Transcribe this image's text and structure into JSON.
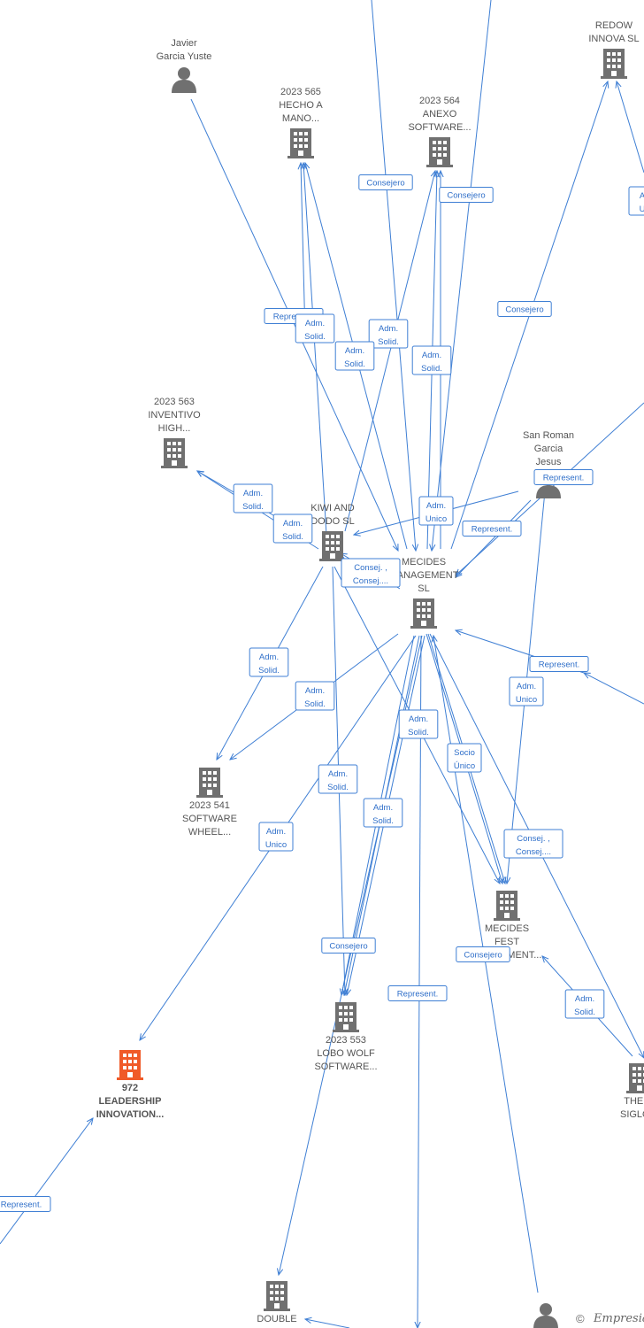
{
  "colors": {
    "edge": "#3f7fd4",
    "company": "#707070",
    "company_focus": "#f05a28",
    "person": "#707070",
    "label_text": "#555555",
    "rel_text": "#2f6fc9"
  },
  "nodes": [
    {
      "id": "javier",
      "type": "person",
      "lines": [
        "Javier",
        "Garcia Yuste"
      ]
    },
    {
      "id": "c565",
      "type": "company",
      "lines": [
        "2023 565",
        "HECHO A",
        "MANO..."
      ]
    },
    {
      "id": "c564",
      "type": "company",
      "lines": [
        "2023 564",
        "ANEXO",
        "SOFTWARE..."
      ]
    },
    {
      "id": "redow",
      "type": "company",
      "lines": [
        "REDOW",
        "INNOVA  SL"
      ]
    },
    {
      "id": "c563",
      "type": "company",
      "lines": [
        "2023 563",
        "INVENTIVO",
        "HIGH..."
      ]
    },
    {
      "id": "sanroman",
      "type": "person",
      "lines": [
        "San Roman",
        "Garcia",
        "Jesus"
      ]
    },
    {
      "id": "kiwi",
      "type": "company",
      "lines": [
        "KIWI AND",
        "DODO  SL"
      ]
    },
    {
      "id": "mecmgmt",
      "type": "company",
      "lines": [
        "MECIDES",
        "MANAGEMENT",
        "SL"
      ]
    },
    {
      "id": "c541",
      "type": "company",
      "lines": [
        "2023 541",
        "SOFTWARE",
        "WHEEL..."
      ]
    },
    {
      "id": "mecinv",
      "type": "company",
      "lines": [
        "MECIDES",
        "FEST",
        "INVESTMENT..."
      ]
    },
    {
      "id": "c553",
      "type": "company",
      "lines": [
        "2023 553",
        "LOBO WOLF",
        "SOFTWARE..."
      ]
    },
    {
      "id": "c972",
      "type": "company",
      "focus": true,
      "lines": [
        "972",
        "LEADERSHIP",
        "INNOVATION..."
      ]
    },
    {
      "id": "thew",
      "type": "company",
      "lines": [
        "THE W",
        "SIGLO X"
      ]
    },
    {
      "id": "double",
      "type": "company",
      "lines": [
        "DOUBLE"
      ]
    },
    {
      "id": "person_bottom",
      "type": "person",
      "lines": []
    }
  ],
  "relations": [
    {
      "lines": [
        "Consejero"
      ]
    },
    {
      "lines": [
        "Consejero"
      ]
    },
    {
      "lines": [
        "A",
        "U"
      ]
    },
    {
      "lines": [
        "Represent."
      ]
    },
    {
      "lines": [
        "Adm.",
        "Solid."
      ]
    },
    {
      "lines": [
        "Adm.",
        "Solid."
      ]
    },
    {
      "lines": [
        "Adm.",
        "Solid."
      ]
    },
    {
      "lines": [
        "Adm.",
        "Solid."
      ]
    },
    {
      "lines": [
        "Consejero"
      ]
    },
    {
      "lines": [
        "Represent."
      ]
    },
    {
      "lines": [
        "Adm.",
        "Solid."
      ]
    },
    {
      "lines": [
        "Adm.",
        "Solid."
      ]
    },
    {
      "lines": [
        "Adm.",
        "Unico"
      ]
    },
    {
      "lines": [
        "Represent."
      ]
    },
    {
      "lines": [
        "Consej. ,",
        "Consej...."
      ]
    },
    {
      "lines": [
        "Adm.",
        "Solid."
      ]
    },
    {
      "lines": [
        "Adm.",
        "Solid."
      ]
    },
    {
      "lines": [
        "Represent."
      ]
    },
    {
      "lines": [
        "Adm.",
        "Unico"
      ]
    },
    {
      "lines": [
        "Adm.",
        "Solid."
      ]
    },
    {
      "lines": [
        "Socio",
        "Único"
      ]
    },
    {
      "lines": [
        "Adm.",
        "Solid."
      ]
    },
    {
      "lines": [
        "Adm.",
        "Solid."
      ]
    },
    {
      "lines": [
        "Adm.",
        "Unico"
      ]
    },
    {
      "lines": [
        "Consej. ,",
        "Consej...."
      ]
    },
    {
      "lines": [
        "Consejero"
      ]
    },
    {
      "lines": [
        "Consejero"
      ]
    },
    {
      "lines": [
        "Represent."
      ]
    },
    {
      "lines": [
        "Adm.",
        "Solid."
      ]
    },
    {
      "lines": [
        "Represent."
      ]
    }
  ],
  "footer": {
    "copyright": "©",
    "brand": "Empresia"
  }
}
